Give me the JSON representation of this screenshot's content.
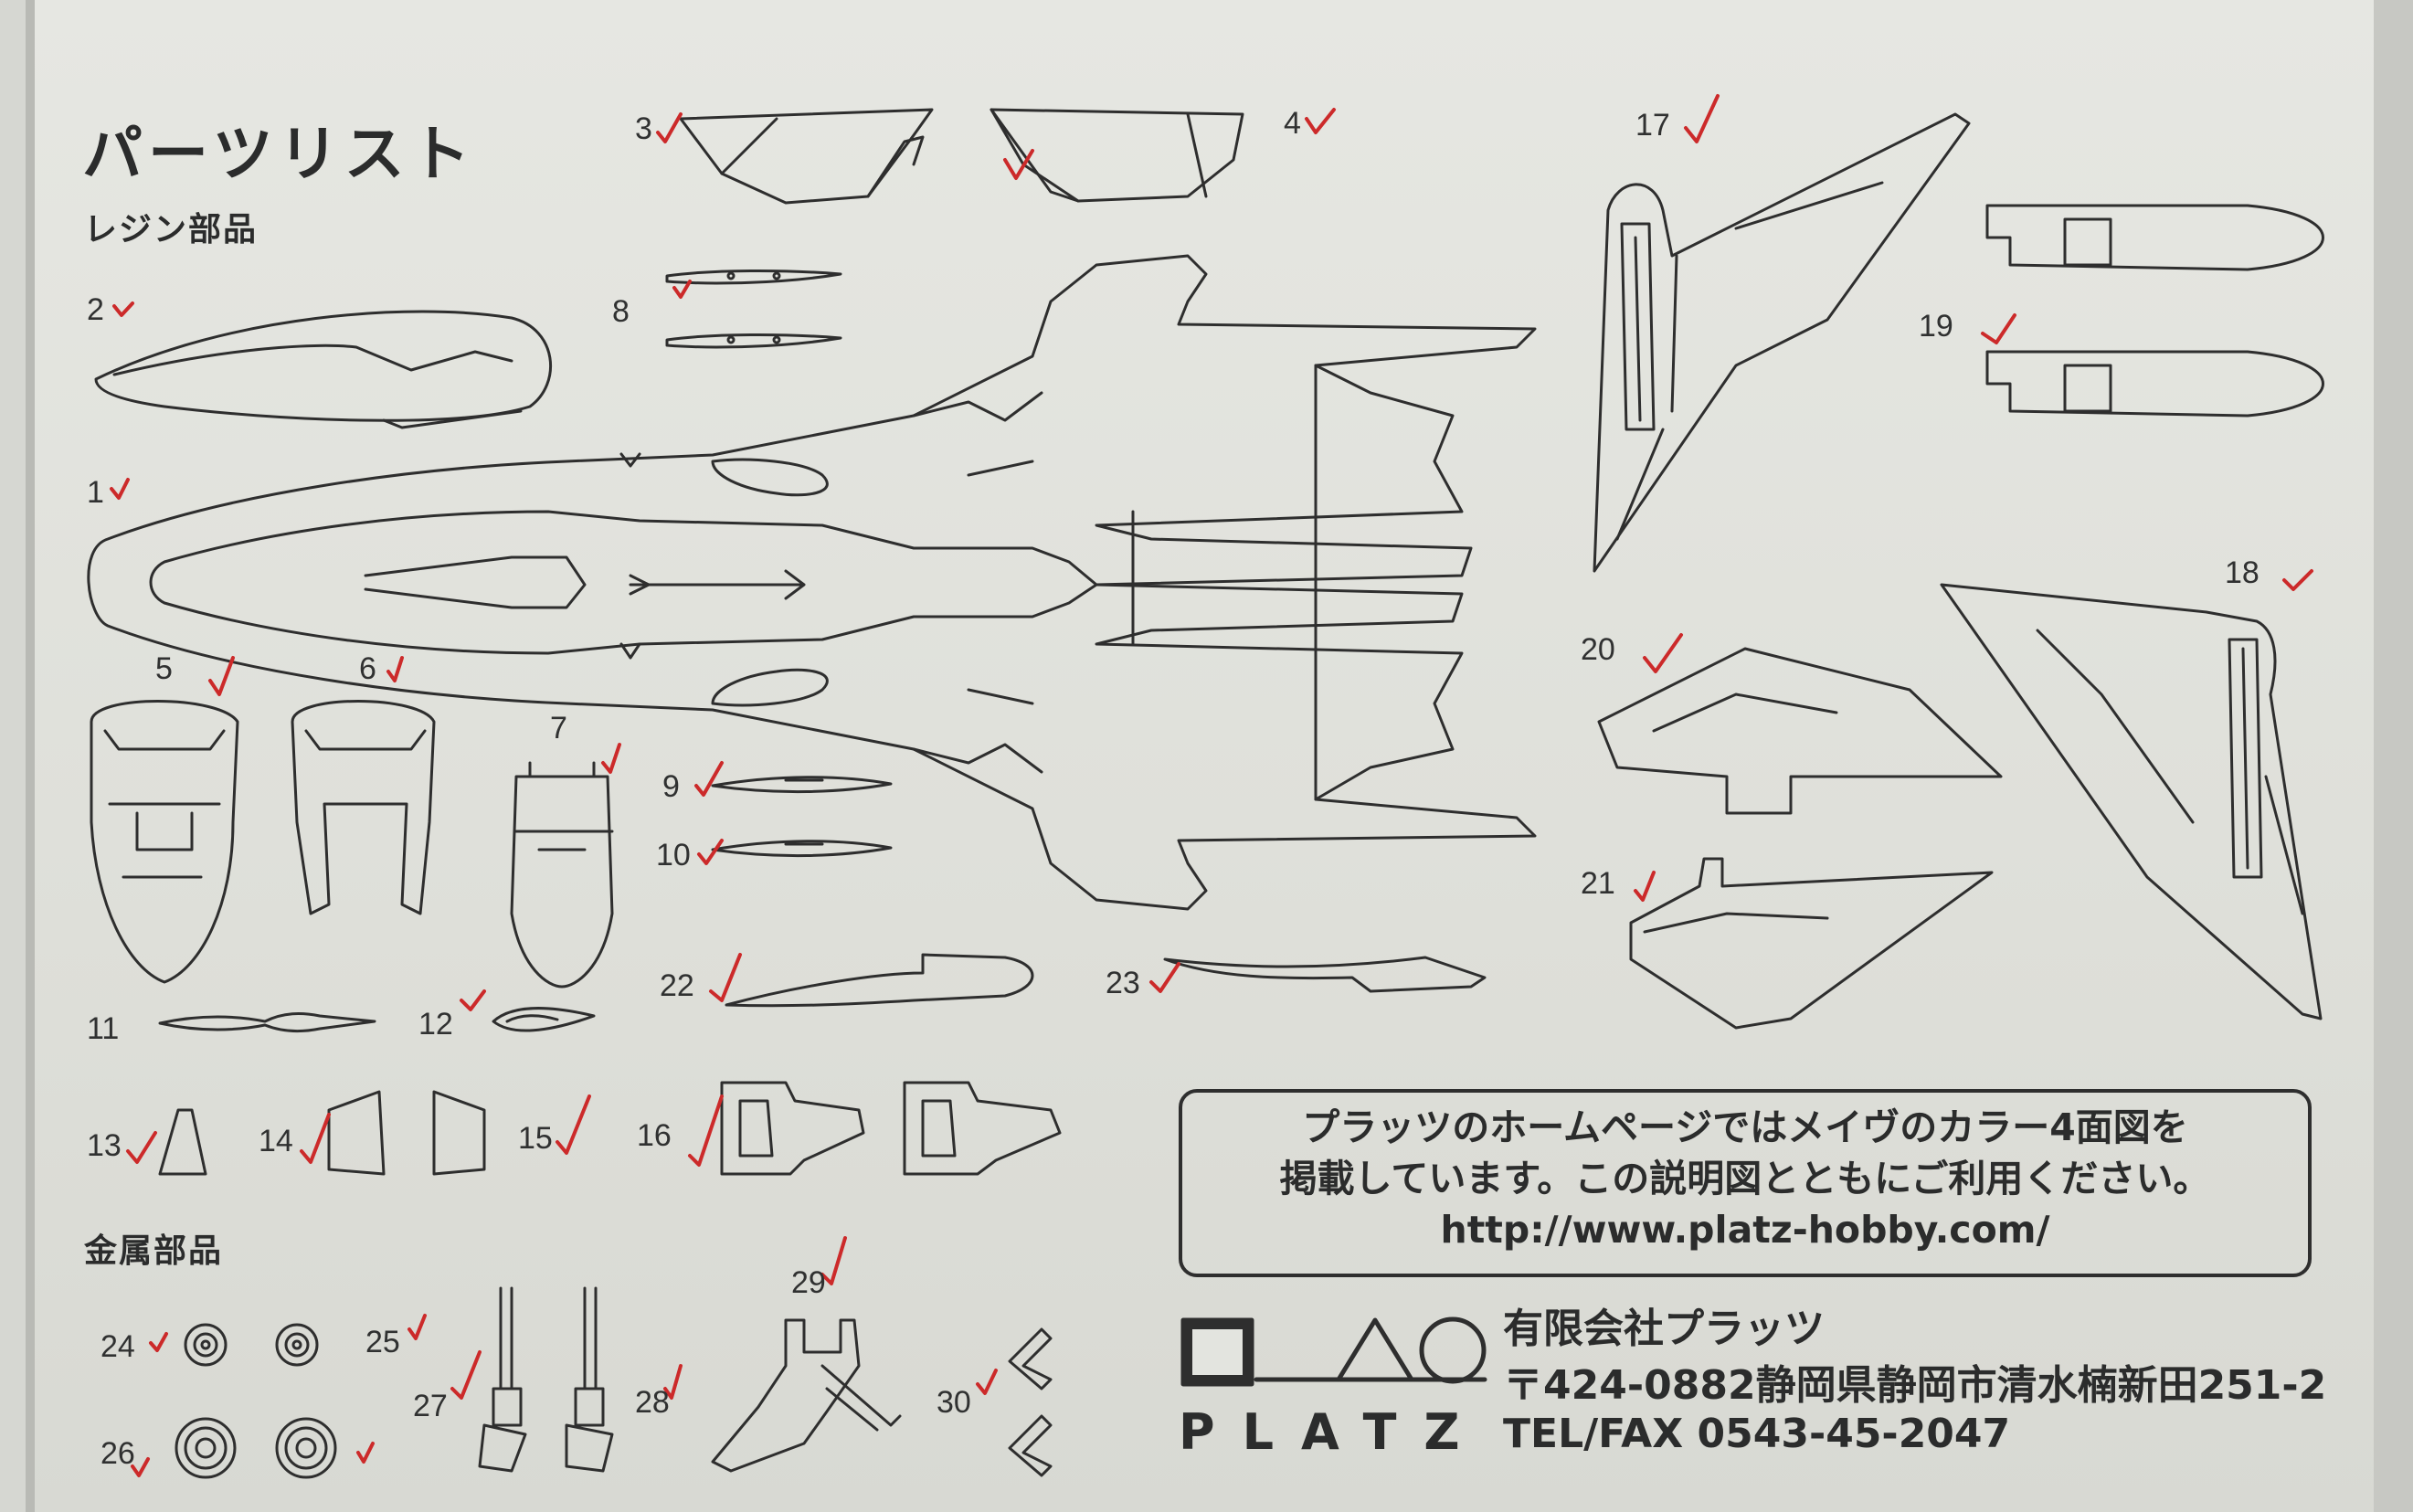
{
  "header": {
    "title": "パーツリスト",
    "resin_label": "レジン部品",
    "metal_label": "金属部品"
  },
  "parts": {
    "p1": "1",
    "p2": "2",
    "p3": "3",
    "p4": "4",
    "p5": "5",
    "p6": "6",
    "p7": "7",
    "p8": "8",
    "p9": "9",
    "p10": "10",
    "p11": "11",
    "p12": "12",
    "p13": "13",
    "p14": "14",
    "p15": "15",
    "p16": "16",
    "p17": "17",
    "p18": "18",
    "p19": "19",
    "p20": "20",
    "p21": "21",
    "p22": "22",
    "p23": "23",
    "p24": "24",
    "p25": "25",
    "p26": "26",
    "p27": "27",
    "p28": "28",
    "p29": "29",
    "p30": "30"
  },
  "notice": {
    "line1": "プラッツのホームページではメイヴのカラー4面図を",
    "line2": "掲載しています。この説明図とともにご利用ください。",
    "url": "http://www.platz-hobby.com/"
  },
  "company": {
    "name": "有限会社プラッツ",
    "address": "〒424-0882静岡県静岡市清水楠新田251-2",
    "tel": "TEL/FAX 0543-45-2047",
    "brand": "PLATZ"
  },
  "colors": {
    "check_mark": "#cc2a2a",
    "line_art": "#2e2e2e",
    "paper": "#e3e4df"
  }
}
